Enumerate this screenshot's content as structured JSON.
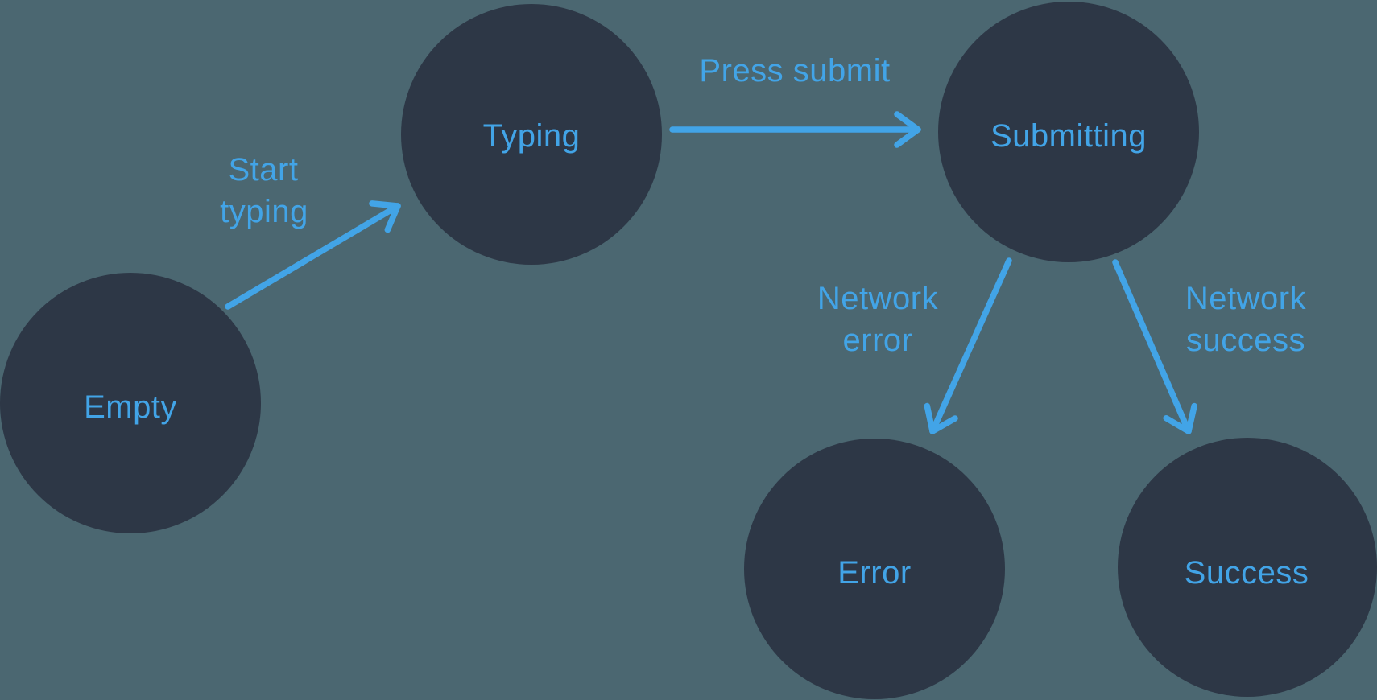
{
  "diagram": {
    "type": "state-machine",
    "colors": {
      "background": "#4b6771",
      "node_fill": "#2d3746",
      "accent": "#42a4e7"
    },
    "nodes": [
      {
        "id": "empty",
        "label": "Empty"
      },
      {
        "id": "typing",
        "label": "Typing"
      },
      {
        "id": "submitting",
        "label": "Submitting"
      },
      {
        "id": "error",
        "label": "Error"
      },
      {
        "id": "success",
        "label": "Success"
      }
    ],
    "edges": [
      {
        "id": "start-typing",
        "from": "empty",
        "to": "typing",
        "label_lines": [
          "Start",
          "typing"
        ]
      },
      {
        "id": "press-submit",
        "from": "typing",
        "to": "submitting",
        "label_lines": [
          "Press submit"
        ]
      },
      {
        "id": "network-error",
        "from": "submitting",
        "to": "error",
        "label_lines": [
          "Network",
          "error"
        ]
      },
      {
        "id": "network-success",
        "from": "submitting",
        "to": "success",
        "label_lines": [
          "Network",
          "success"
        ]
      }
    ]
  }
}
